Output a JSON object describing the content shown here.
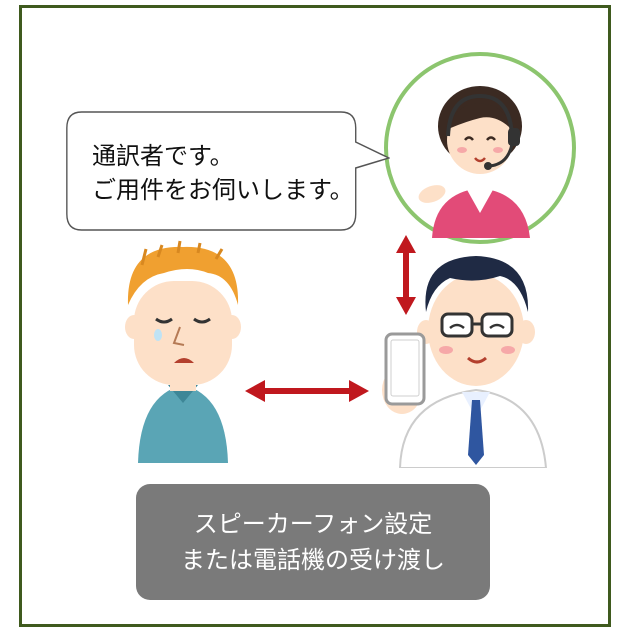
{
  "speech_bubble": {
    "line1": "通訳者です。",
    "line2": "ご用件をお伺いします。"
  },
  "caption_box": {
    "line1": "スピーカーフォン設定",
    "line2": "または電話機の受け渡し"
  },
  "colors": {
    "frame": "#3f5a1e",
    "operator_circle": "#8cc56e",
    "arrow": "#c0181e",
    "caption_bg": "#7a7a7a"
  }
}
